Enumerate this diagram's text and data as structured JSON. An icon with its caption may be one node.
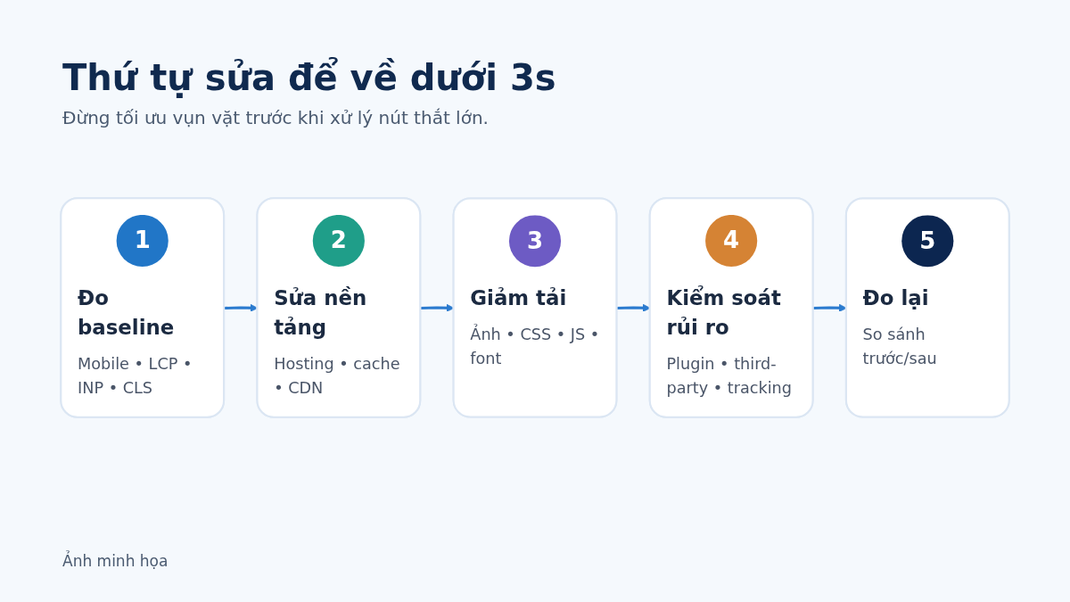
{
  "diagram": {
    "title": "Thứ tự sửa để về dưới 3s",
    "caption": "Ảnh minh họa",
    "nodes": [
      {
        "text": [
          "1",
          "Đo baseline",
          "Mobile • LCP • INP • CLS"
        ]
      },
      {
        "text": [
          "2",
          "Sửa nền tảng",
          "Hosting • cache • CDN"
        ]
      },
      {
        "text": [
          "3",
          "Giảm tải",
          "Ảnh • CSS • JS • font"
        ]
      },
      {
        "text": [
          "4",
          "Kiểm soát rủi ro",
          "Plugin • third-party • tracking"
        ]
      },
      {
        "text": [
          "5",
          "Đo lại",
          "So sánh trước/sau"
        ]
      }
    ],
    "edges": [
      {
        "from": 0,
        "to": 1,
        "arrow": "to"
      },
      {
        "from": 1,
        "to": 2,
        "arrow": "to"
      },
      {
        "from": 2,
        "to": 3,
        "arrow": "to"
      },
      {
        "from": 3,
        "to": 4,
        "arrow": "to"
      }
    ],
    "labels": [
      "Đừng tối ưu vụn vặt trước khi xử lý nút thắt lớn."
    ]
  }
}
